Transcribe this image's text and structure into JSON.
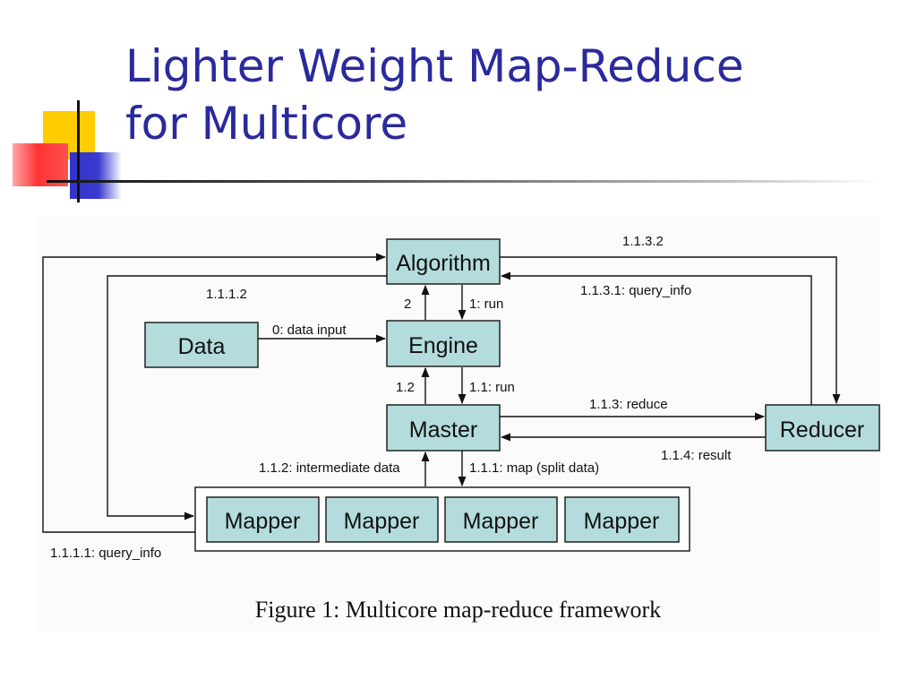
{
  "slide": {
    "title_line1": "Lighter Weight Map-Reduce",
    "title_line2": "for Multicore",
    "accent_colors": {
      "title": "#2a2a9c",
      "yellow": "#ffcc00",
      "red": "#ff3333",
      "blue": "#3333cc",
      "box_fill": "#b4dcdc"
    }
  },
  "diagram": {
    "boxes": {
      "algorithm": "Algorithm",
      "engine": "Engine",
      "data": "Data",
      "master": "Master",
      "reducer": "Reducer",
      "mappers": [
        "Mapper",
        "Mapper",
        "Mapper",
        "Mapper"
      ]
    },
    "edges": {
      "data_input": "0: data input",
      "run": "1: run",
      "two": "2",
      "run_1_1": "1.1: run",
      "one_two": "1.2",
      "reduce": "1.1.3: reduce",
      "result": "1.1.4: result",
      "map_split": "1.1.1: map (split data)",
      "intermediate": "1.1.2: intermediate data",
      "query_info_reducer": "1.1.3.1: query_info",
      "return_reducer": "1.1.3.2",
      "return_mapper": "1.1.1.2",
      "query_info_mapper": "1.1.1.1: query_info"
    },
    "caption": "Figure 1: Multicore map-reduce framework"
  }
}
